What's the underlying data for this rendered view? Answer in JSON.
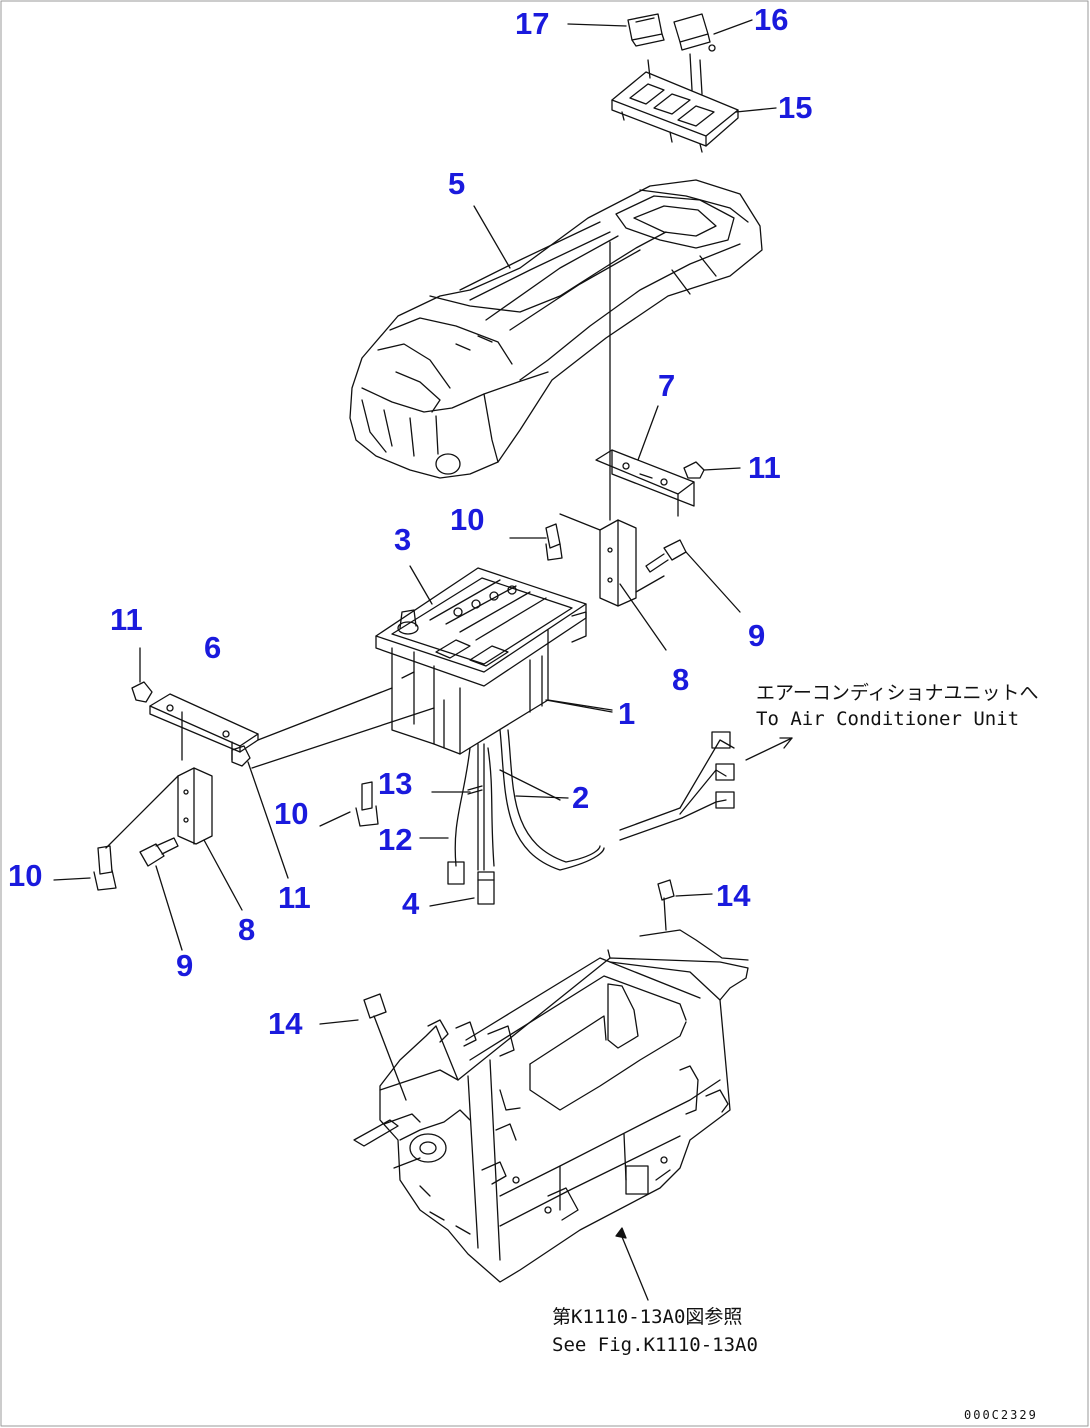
{
  "callouts": {
    "p17": "17",
    "p16": "16",
    "p15": "15",
    "p5": "5",
    "p7": "7",
    "p11_right": "11",
    "p10_top": "10",
    "p3": "3",
    "p9_right": "9",
    "p11_left": "11",
    "p6": "6",
    "p8_right": "8",
    "p1": "1",
    "p13": "13",
    "p2": "2",
    "p10_mid": "10",
    "p12": "12",
    "p10_left": "10",
    "p11_bottom": "11",
    "p4": "4",
    "p8_left": "8",
    "p9_left": "9",
    "p14_right": "14",
    "p14_left": "14"
  },
  "notes": {
    "air_conditioner_jp": "エアーコンディショナユニットへ",
    "air_conditioner_en": "To Air Conditioner Unit",
    "see_fig_jp": "第K1110-13A0図参照",
    "see_fig_en": "See Fig.K1110-13A0"
  },
  "figure_id": "000C2329"
}
